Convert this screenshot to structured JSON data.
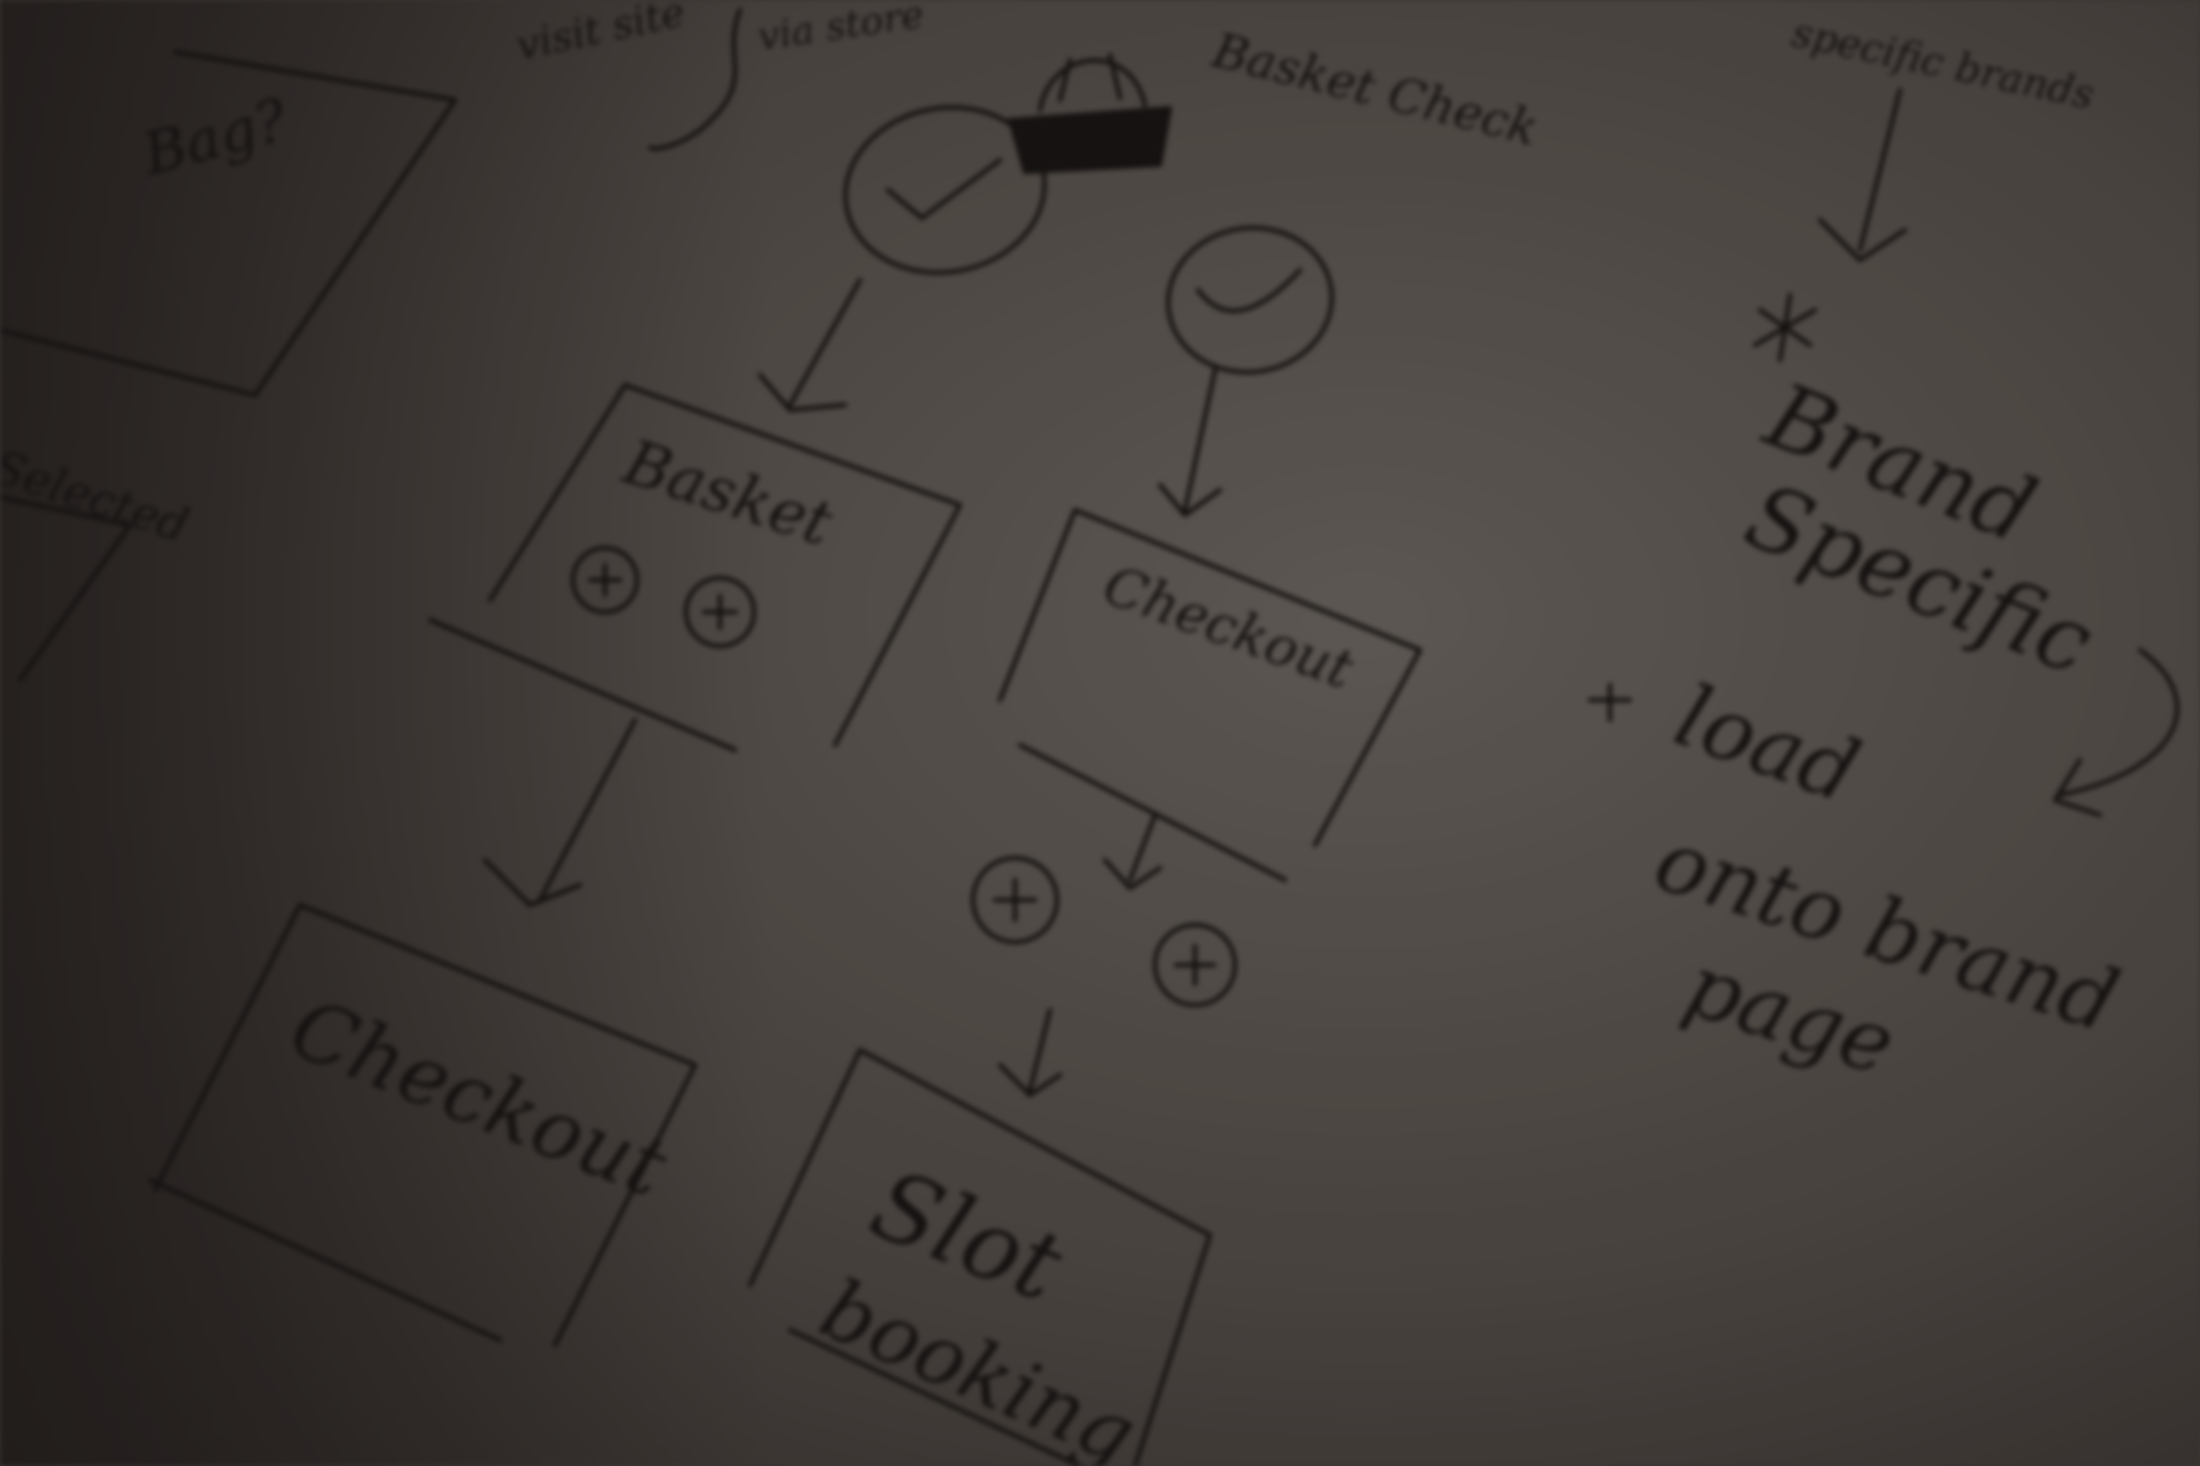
{
  "colors": {
    "paper_light": "#6b6560",
    "paper_dark": "#2f2a27",
    "ink": "#141211"
  },
  "icons": [
    "check-circle-icon",
    "shopping-basket-icon",
    "plus-circle-icon"
  ],
  "sketch": {
    "top_notes": {
      "note_a": "visit site",
      "note_b": "via store",
      "note_c": "specific brands"
    },
    "bag_check_label": "Basket Check",
    "box_labels": {
      "bag": "Bag?",
      "selected": "Selected",
      "basket": "Basket",
      "checkout_small": "Checkout",
      "checkout_large": "Checkout",
      "slot_booking_line1": "Slot",
      "slot_booking_line2": "booking"
    },
    "right_notes": {
      "line1": "Brand",
      "line2": "Specific",
      "line3": "load",
      "line4": "onto brand",
      "line5": "page"
    }
  }
}
